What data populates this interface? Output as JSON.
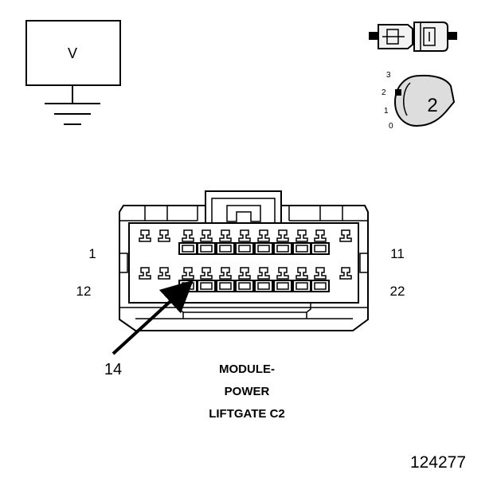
{
  "meter": {
    "label": "V"
  },
  "key_switch": {
    "positions": [
      "3",
      "2",
      "1",
      "0"
    ],
    "selected": "2"
  },
  "connector": {
    "pin_labels": {
      "top_left": "1",
      "top_right": "11",
      "bottom_left": "12",
      "bottom_right": "22"
    },
    "callout": "14",
    "caption": [
      "MODULE-",
      "POWER",
      "LIFTGATE C2"
    ]
  },
  "figure_number": "124277",
  "colors": {
    "line": "#000000",
    "background": "#ffffff",
    "key_fill": "#dddddd"
  }
}
